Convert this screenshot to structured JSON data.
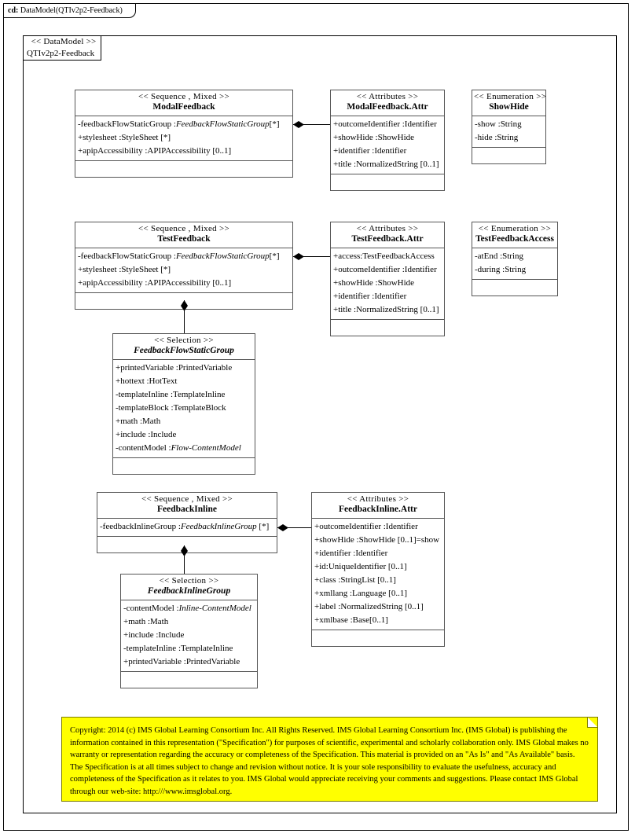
{
  "frame": {
    "kind": "cd:",
    "title": "DataModel(QTIv2p2-Feedback)"
  },
  "package": {
    "stereotype": "<< DataModel >>",
    "name": "QTIv2p2-Feedback"
  },
  "classes": [
    {
      "id": "modal-feedback",
      "stereotype": "<< Sequence , Mixed >>",
      "name": "ModalFeedback",
      "name_italic": false,
      "attributes": [
        {
          "prefix": "-feedbackFlowStaticGroup  :",
          "type": "FeedbackFlowStaticGroup",
          "type_italic": true,
          "suffix": "[*]"
        },
        {
          "prefix": "+stylesheet :StyleSheet [*]",
          "type": "",
          "type_italic": false,
          "suffix": ""
        },
        {
          "prefix": "+apipAccessibility  :APIPAccessibility  [0..1]",
          "type": "",
          "type_italic": false,
          "suffix": ""
        }
      ]
    },
    {
      "id": "modal-feedback-attr",
      "stereotype": "<< Attributes  >>",
      "name": "ModalFeedback.Attr",
      "name_italic": false,
      "attributes": [
        {
          "prefix": "+outcomeIdentifier  :Identifier",
          "type": "",
          "type_italic": false,
          "suffix": ""
        },
        {
          "prefix": "+showHide :ShowHide",
          "type": "",
          "type_italic": false,
          "suffix": ""
        },
        {
          "prefix": "+identifier  :Identifier",
          "type": "",
          "type_italic": false,
          "suffix": ""
        },
        {
          "prefix": "+title :NormalizedString  [0..1]",
          "type": "",
          "type_italic": false,
          "suffix": ""
        }
      ]
    },
    {
      "id": "show-hide",
      "stereotype": "<< Enumeration   >>",
      "name": "ShowHide",
      "name_italic": false,
      "attributes": [
        {
          "prefix": "-show :String",
          "type": "",
          "type_italic": false,
          "suffix": ""
        },
        {
          "prefix": "-hide :String",
          "type": "",
          "type_italic": false,
          "suffix": ""
        }
      ]
    },
    {
      "id": "test-feedback",
      "stereotype": "<< Sequence , Mixed >>",
      "name": "TestFeedback",
      "name_italic": false,
      "attributes": [
        {
          "prefix": "-feedbackFlowStaticGroup  :",
          "type": "FeedbackFlowStaticGroup",
          "type_italic": true,
          "suffix": "[*]"
        },
        {
          "prefix": "+stylesheet :StyleSheet [*]",
          "type": "",
          "type_italic": false,
          "suffix": ""
        },
        {
          "prefix": "+apipAccessibility  :APIPAccessibility  [0..1]",
          "type": "",
          "type_italic": false,
          "suffix": ""
        }
      ]
    },
    {
      "id": "test-feedback-attr",
      "stereotype": "<< Attributes  >>",
      "name": "TestFeedback.Attr",
      "name_italic": false,
      "attributes": [
        {
          "prefix": "+access:TestFeedbackAccess",
          "type": "",
          "type_italic": false,
          "suffix": ""
        },
        {
          "prefix": "+outcomeIdentifier  :Identifier",
          "type": "",
          "type_italic": false,
          "suffix": ""
        },
        {
          "prefix": "+showHide :ShowHide",
          "type": "",
          "type_italic": false,
          "suffix": ""
        },
        {
          "prefix": "+identifier  :Identifier",
          "type": "",
          "type_italic": false,
          "suffix": ""
        },
        {
          "prefix": "+title :NormalizedString  [0..1]",
          "type": "",
          "type_italic": false,
          "suffix": ""
        }
      ]
    },
    {
      "id": "test-feedback-access",
      "stereotype": "<< Enumeration   >>",
      "name": "TestFeedbackAccess",
      "name_italic": false,
      "attributes": [
        {
          "prefix": "-atEnd :String",
          "type": "",
          "type_italic": false,
          "suffix": ""
        },
        {
          "prefix": "-during :String",
          "type": "",
          "type_italic": false,
          "suffix": ""
        }
      ]
    },
    {
      "id": "feedback-flow-static-group",
      "stereotype": "<< Selection  >>",
      "name": "FeedbackFlowStaticGroup",
      "name_italic": true,
      "attributes": [
        {
          "prefix": "+printedVariable  :PrintedVariable",
          "type": "",
          "type_italic": false,
          "suffix": ""
        },
        {
          "prefix": "+hottext :HotText",
          "type": "",
          "type_italic": false,
          "suffix": ""
        },
        {
          "prefix": "-templateInline   :TemplateInline",
          "type": "",
          "type_italic": false,
          "suffix": ""
        },
        {
          "prefix": "-templateBlock  :TemplateBlock",
          "type": "",
          "type_italic": false,
          "suffix": ""
        },
        {
          "prefix": "+math :Math",
          "type": "",
          "type_italic": false,
          "suffix": ""
        },
        {
          "prefix": "+include :Include",
          "type": "",
          "type_italic": false,
          "suffix": ""
        },
        {
          "prefix": "-contentModel :",
          "type": "Flow-ContentModel",
          "type_italic": true,
          "suffix": ""
        }
      ]
    },
    {
      "id": "feedback-inline",
      "stereotype": "<< Sequence , Mixed >>",
      "name": "FeedbackInline",
      "name_italic": false,
      "attributes": [
        {
          "prefix": "-feedbackInlineGroup  :",
          "type": "FeedbackInlineGroup",
          "type_italic": true,
          "suffix": " [*]"
        }
      ]
    },
    {
      "id": "feedback-inline-attr",
      "stereotype": "<< Attributes  >>",
      "name": "FeedbackInline.Attr",
      "name_italic": false,
      "attributes": [
        {
          "prefix": "+outcomeIdentifier  :Identifier",
          "type": "",
          "type_italic": false,
          "suffix": ""
        },
        {
          "prefix": "+showHide :ShowHide [0..1]=show",
          "type": "",
          "type_italic": false,
          "suffix": ""
        },
        {
          "prefix": "+identifier  :Identifier",
          "type": "",
          "type_italic": false,
          "suffix": ""
        },
        {
          "prefix": "+id:UniqueIdentifier  [0..1]",
          "type": "",
          "type_italic": false,
          "suffix": ""
        },
        {
          "prefix": "+class :StringList [0..1]",
          "type": "",
          "type_italic": false,
          "suffix": ""
        },
        {
          "prefix": "+xmllang  :Language [0..1]",
          "type": "",
          "type_italic": false,
          "suffix": ""
        },
        {
          "prefix": "+label :NormalizedString  [0..1]",
          "type": "",
          "type_italic": false,
          "suffix": ""
        },
        {
          "prefix": "+xmlbase :Base[0..1]",
          "type": "",
          "type_italic": false,
          "suffix": ""
        }
      ]
    },
    {
      "id": "feedback-inline-group",
      "stereotype": "<< Selection  >>",
      "name": "FeedbackInlineGroup",
      "name_italic": true,
      "attributes": [
        {
          "prefix": "-contentModel :",
          "type": "Inline-ContentModel",
          "type_italic": true,
          "suffix": ""
        },
        {
          "prefix": "+math :Math",
          "type": "",
          "type_italic": false,
          "suffix": ""
        },
        {
          "prefix": "+include :Include",
          "type": "",
          "type_italic": false,
          "suffix": ""
        },
        {
          "prefix": "-templateInline   :TemplateInline",
          "type": "",
          "type_italic": false,
          "suffix": ""
        },
        {
          "prefix": "+printedVariable  :PrintedVariable",
          "type": "",
          "type_italic": false,
          "suffix": ""
        }
      ]
    }
  ],
  "note": {
    "text": "Copyright: 2014 (c) IMS Global Learning Consortium Inc.  All Rights Reserved.  IMS Global Learning Consortium Inc. (IMS Global) is publishing the information contained in this representation (\"Specification\") for purposes of scientific, experimental and scholarly collaboration only.  IMS Global makes no warranty or representation regarding the accuracy or completeness of the Specification.  This material is provided on an \"As Is\" and \"As Available\" basis.  The Specification is at all times subject to change and revision without notice.  It is your sole responsibility to evaluate the usefulness, accuracy and completeness of the Specification as it relates to you.  IMS Global would appreciate receiving your comments and suggestions.  Please contact IMS Global through our web-site: http:///www.imsglobal.org.",
    "background": "#ffff00"
  }
}
